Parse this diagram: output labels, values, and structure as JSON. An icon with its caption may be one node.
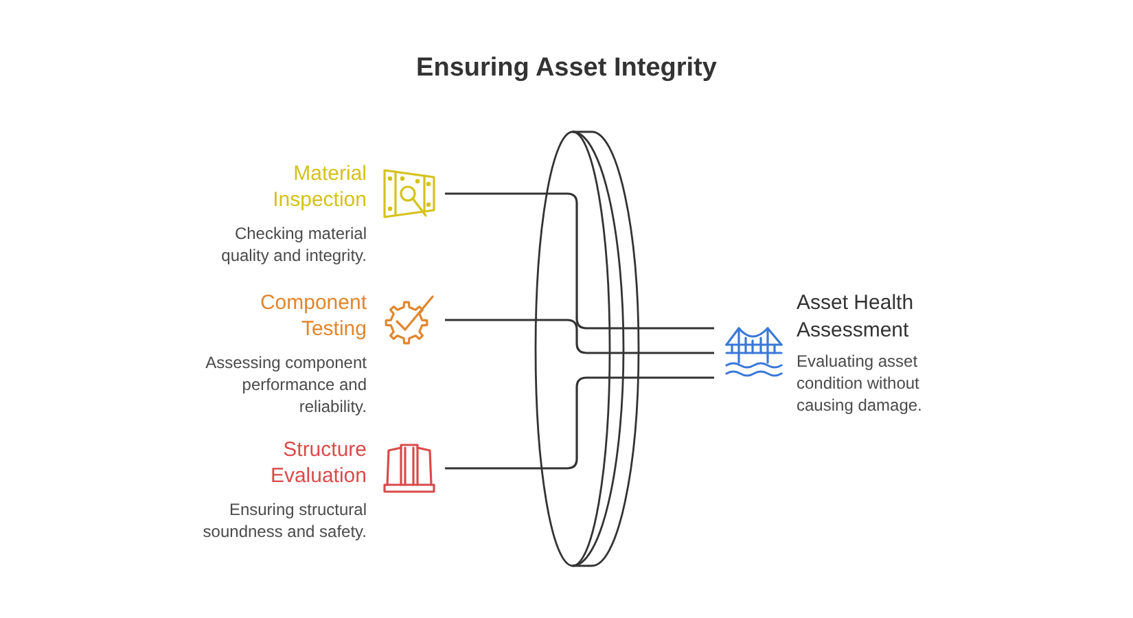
{
  "diagram": {
    "title": "Ensuring Asset Integrity",
    "nodes": [
      {
        "text": [
          "Material Inspection",
          "Checking material quality and integrity."
        ]
      },
      {
        "text": [
          "Component Testing",
          "Assessing component performance and reliability."
        ]
      },
      {
        "text": [
          "Structure Evaluation",
          "Ensuring structural soundness and safety."
        ]
      },
      {
        "text": [
          "Asset Health Assessment",
          "Evaluating asset condition without causing damage."
        ]
      }
    ],
    "edges": [
      {
        "from": 0,
        "to": 3,
        "arrow": "none"
      },
      {
        "from": 1,
        "to": 3,
        "arrow": "none"
      },
      {
        "from": 2,
        "to": 3,
        "arrow": "none"
      }
    ]
  }
}
